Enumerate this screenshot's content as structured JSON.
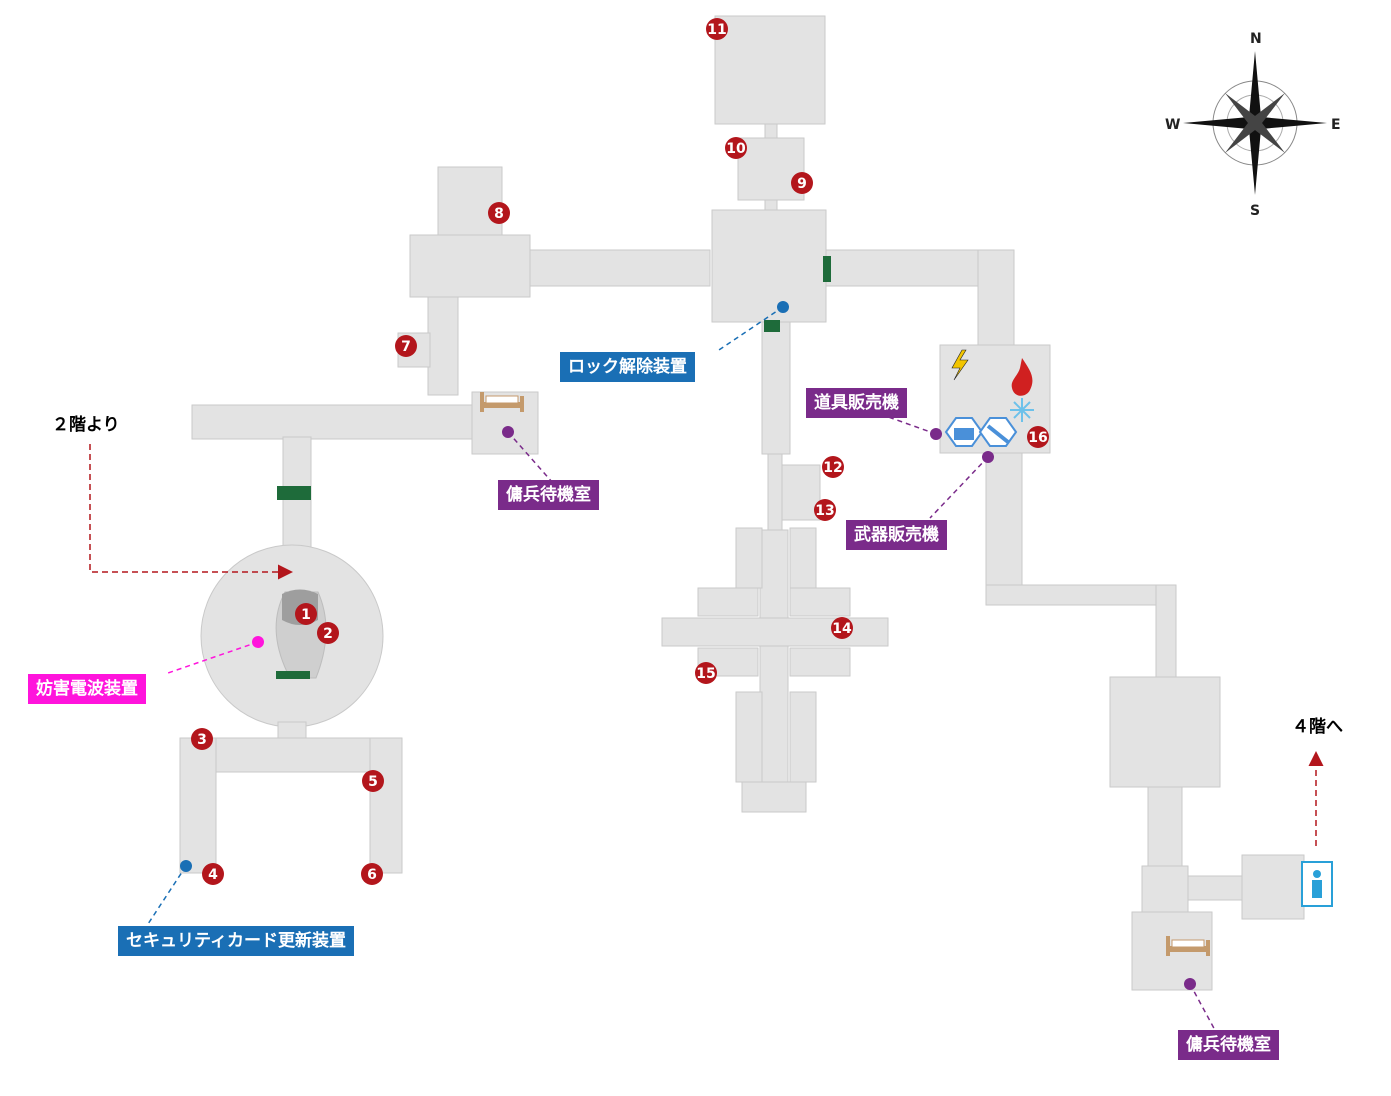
{
  "map": {
    "labels": {
      "from_floor2": "２階より",
      "to_floor4": "４階へ",
      "lock_release": "ロック解除装置",
      "mercenary_room_1": "傭兵待機室",
      "mercenary_room_2": "傭兵待機室",
      "item_shop": "道具販売機",
      "weapon_shop": "武器販売機",
      "jammer": "妨害電波装置",
      "security_card": "セキュリティカード更新装置"
    },
    "compass": {
      "n": "N",
      "e": "E",
      "s": "S",
      "w": "W"
    },
    "markers": [
      "1",
      "2",
      "3",
      "4",
      "5",
      "6",
      "7",
      "8",
      "9",
      "10",
      "11",
      "12",
      "13",
      "14",
      "15",
      "16"
    ]
  }
}
